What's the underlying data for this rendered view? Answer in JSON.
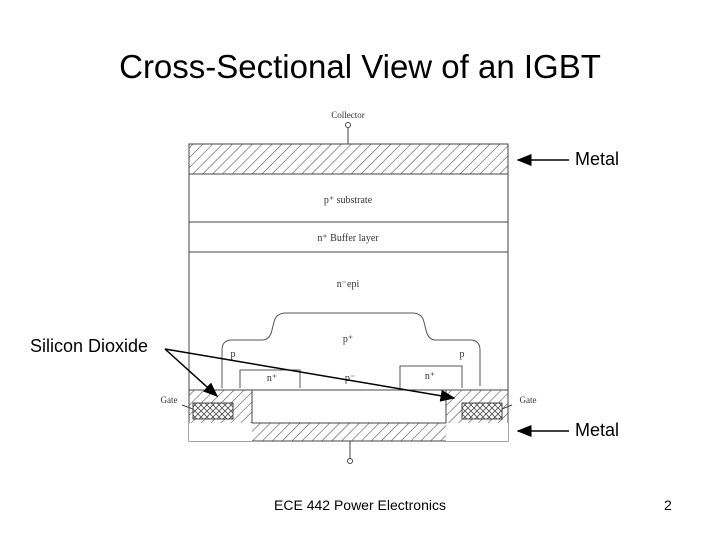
{
  "title": "Cross-Sectional View of an IGBT",
  "diagram": {
    "terminal_collector": "Collector",
    "terminal_gate_left": "Gate",
    "terminal_gate_right": "Gate",
    "layer_p_substrate": "p⁺ substrate",
    "layer_buffer": "n⁺ Buffer layer",
    "layer_n_epi": "n⁻epi",
    "region_p_plus": "p⁺",
    "region_p_left": "p",
    "region_p_right": "p",
    "region_n_plus_left": "n⁺",
    "region_n_plus_right": "n⁺",
    "region_p_minus": "p⁻"
  },
  "callouts": {
    "metal_top": "Metal",
    "silicon_dioxide": "Silicon Dioxide",
    "metal_bottom": "Metal"
  },
  "footer": {
    "course": "ECE 442 Power Electronics",
    "slide_number": "2"
  }
}
